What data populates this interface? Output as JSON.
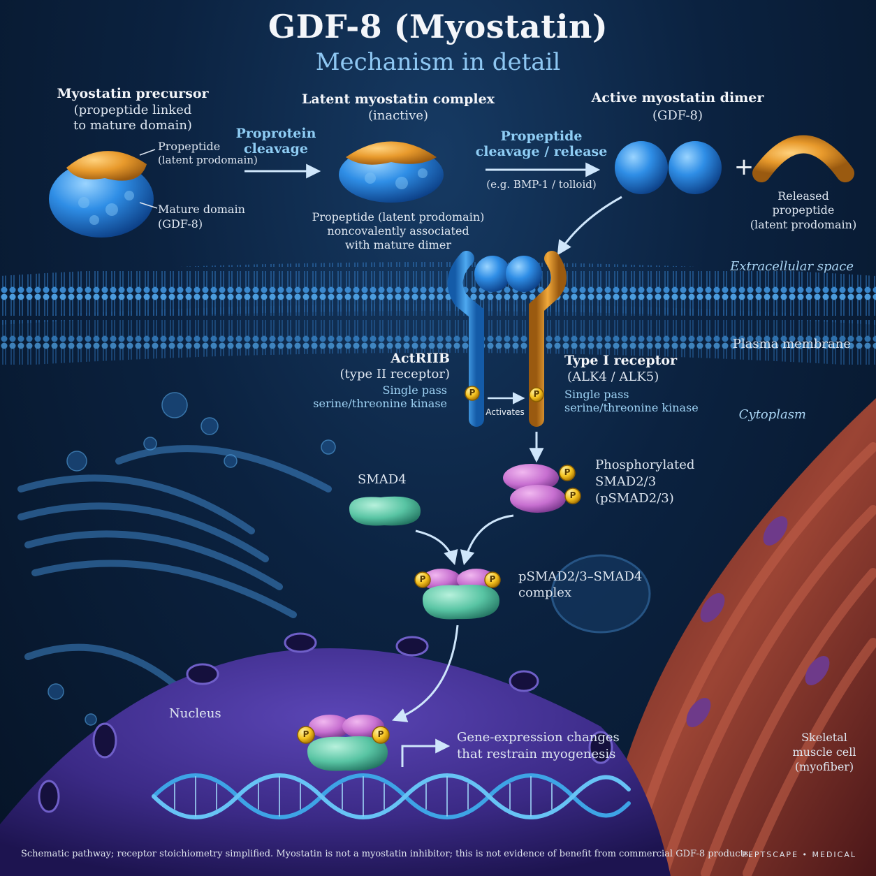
{
  "header": {
    "title": "GDF-8 (Myostatin)",
    "subtitle": "Mechanism in detail"
  },
  "stage1": {
    "heading": "Myostatin precursor",
    "detail_line1": "(propeptide linked",
    "detail_line2": "to mature domain)",
    "propeptide_label": "Propeptide",
    "propeptide_sub": "(latent prodomain)",
    "mature_label": "Mature domain",
    "mature_sub": "(GDF-8)"
  },
  "arrow1": {
    "line1": "Proprotein",
    "line2": "cleavage"
  },
  "stage2": {
    "heading": "Latent myostatin complex",
    "sub": "(inactive)",
    "note_line1": "Propeptide (latent prodomain)",
    "note_line2": "noncovalently associated",
    "note_line3": "with mature dimer"
  },
  "arrow2": {
    "line1": "Propeptide",
    "line2": "cleavage / release",
    "enzyme": "(e.g. BMP-1 / tolloid)"
  },
  "stage3": {
    "heading": "Active myostatin dimer",
    "sub": "(GDF-8)",
    "plus": "+",
    "released_line1": "Released",
    "released_line2": "propeptide",
    "released_line3": "(latent prodomain)"
  },
  "regions": {
    "extracellular": "Extracellular space",
    "membrane": "Plasma membrane",
    "cytoplasm": "Cytoplasm",
    "nucleus": "Nucleus",
    "muscle_line1": "Skeletal",
    "muscle_line2": "muscle cell",
    "muscle_line3": "(myofiber)"
  },
  "receptor2": {
    "name": "ActRIIB",
    "sub": "(type II receptor)",
    "kind_line1": "Single pass",
    "kind_line2": "serine/threonine kinase"
  },
  "receptor1": {
    "name": "Type I receptor",
    "sub": "(ALK4 / ALK5)",
    "kind_line1": "Single pass",
    "kind_line2": "serine/threonine kinase"
  },
  "activates": "Activates",
  "phospho_badge": "P",
  "smad4": "SMAD4",
  "psmad": {
    "line1": "Phosphorylated",
    "line2": "SMAD2/3",
    "line3": "(pSMAD2/3)"
  },
  "complex": {
    "line1": "pSMAD2/3–SMAD4",
    "line2": "complex"
  },
  "outcome": {
    "line1": "Gene-expression changes",
    "line2": "that restrain myogenesis"
  },
  "footer": {
    "disclaimer": "Schematic pathway; receptor stoichiometry simplified. Myostatin is not a myostatin inhibitor; this is not evidence of benefit from commercial GDF-8 products.",
    "brand": "PEPTSCAPE • MEDICAL"
  },
  "colors": {
    "mature_blue": "#2f8ee6",
    "propeptide_orange": "#e89a2c",
    "smad_pink": "#c76fd0",
    "smad4_green": "#58c4a3",
    "nucleus_purple": "#3b2a86",
    "muscle_red": "#8e3a30"
  }
}
